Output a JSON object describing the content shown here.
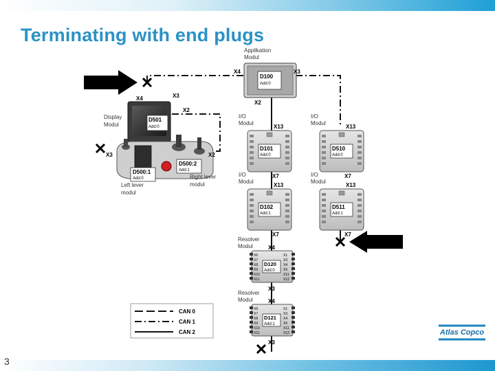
{
  "slide": {
    "title": "Terminating with end plugs",
    "page_number": "3",
    "brand": "Atlas Copco"
  },
  "diagram": {
    "application_module": {
      "caption_line1": "Applikation",
      "caption_line2": "Modul",
      "id": "D100",
      "addr": "Add:0",
      "left_port": "X4",
      "right_port": "X3",
      "bottom_port": "X2"
    },
    "display_module": {
      "caption_line1": "Display",
      "caption_line2": "Modul",
      "id": "D501",
      "addr": "Add:0",
      "port_x4": "X4",
      "port_x3": "X3",
      "port_x2": "X2"
    },
    "lever_modules": {
      "left": {
        "caption_line1": "Left lever",
        "caption_line2": "modul",
        "id": "D500:1",
        "addr": "Add:0",
        "port": "X3"
      },
      "right": {
        "caption_line1": "Right lever",
        "caption_line2": "modul",
        "id": "D500:2",
        "addr": "Add:1",
        "port": "X2"
      }
    },
    "io_modules": [
      {
        "caption_line1": "I/O",
        "caption_line2": "Modul",
        "id": "D101",
        "addr": "Add:0",
        "top_port": "X13",
        "bottom_port": "X7"
      },
      {
        "caption_line1": "I/O",
        "caption_line2": "Modul",
        "id": "D102",
        "addr": "Add:1",
        "top_port": "X13",
        "bottom_port": "X7"
      },
      {
        "caption_line1": "I/O",
        "caption_line2": "Modul",
        "id": "D510",
        "addr": "Add:0",
        "top_port": "X13",
        "bottom_port": "X7"
      },
      {
        "caption_line1": "I/O",
        "caption_line2": "Modul",
        "id": "D511",
        "addr": "Add:1",
        "top_port": "X13",
        "bottom_port": "X7"
      }
    ],
    "resolver_modules": [
      {
        "caption_line1": "Resolver",
        "caption_line2": "Modul",
        "id": "D120",
        "addr": "Add:0",
        "top_port": "X4",
        "bottom_port": "X3",
        "left_ports": [
          "X6",
          "X7",
          "X8",
          "X9",
          "X10",
          "X11"
        ],
        "right_ports": [
          "X1",
          "X3",
          "X4",
          "X5",
          "X11",
          "X12"
        ]
      },
      {
        "caption_line1": "Resolver",
        "caption_line2": "Modul",
        "id": "D121",
        "addr": "Add:1",
        "top_port": "X4",
        "bottom_port": "X3",
        "left_ports": [
          "X6",
          "X7",
          "X8",
          "X9",
          "X10",
          "X11"
        ],
        "right_ports": [
          "X1",
          "X3",
          "X4",
          "X5",
          "X11",
          "X12"
        ]
      }
    ],
    "legend": [
      {
        "label": "CAN 0",
        "style": "dashed"
      },
      {
        "label": "CAN 1",
        "style": "dash-dot"
      },
      {
        "label": "CAN 2",
        "style": "solid"
      }
    ]
  }
}
